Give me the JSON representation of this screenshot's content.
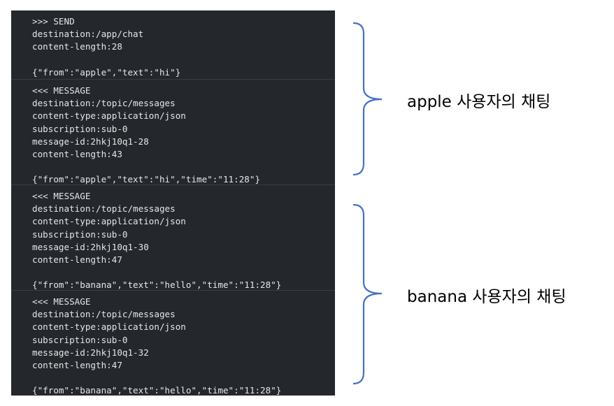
{
  "frames": [
    {
      "direction": ">>> SEND",
      "lines": [
        "destination:/app/chat",
        "content-length:28",
        "",
        "{\"from\":\"apple\",\"text\":\"hi\"}"
      ]
    },
    {
      "direction": "<<< MESSAGE",
      "lines": [
        "destination:/topic/messages",
        "content-type:application/json",
        "subscription:sub-0",
        "message-id:2hkj10q1-28",
        "content-length:43",
        "",
        "{\"from\":\"apple\",\"text\":\"hi\",\"time\":\"11:28\"}"
      ]
    },
    {
      "direction": "<<< MESSAGE",
      "lines": [
        "destination:/topic/messages",
        "content-type:application/json",
        "subscription:sub-0",
        "message-id:2hkj10q1-30",
        "content-length:47",
        "",
        "{\"from\":\"banana\",\"text\":\"hello\",\"time\":\"11:28\"}"
      ]
    },
    {
      "direction": "<<< MESSAGE",
      "lines": [
        "destination:/topic/messages",
        "content-type:application/json",
        "subscription:sub-0",
        "message-id:2hkj10q1-32",
        "content-length:47",
        "",
        "{\"from\":\"banana\",\"text\":\"hello\",\"time\":\"11:28\"}"
      ]
    }
  ],
  "annotations": {
    "apple_label": "apple 사용자의 채팅",
    "banana_label": "banana 사용자의 채팅"
  },
  "colors": {
    "console_bg": "#24272c",
    "console_text": "#e6e6e6",
    "brace": "#4472c4"
  }
}
